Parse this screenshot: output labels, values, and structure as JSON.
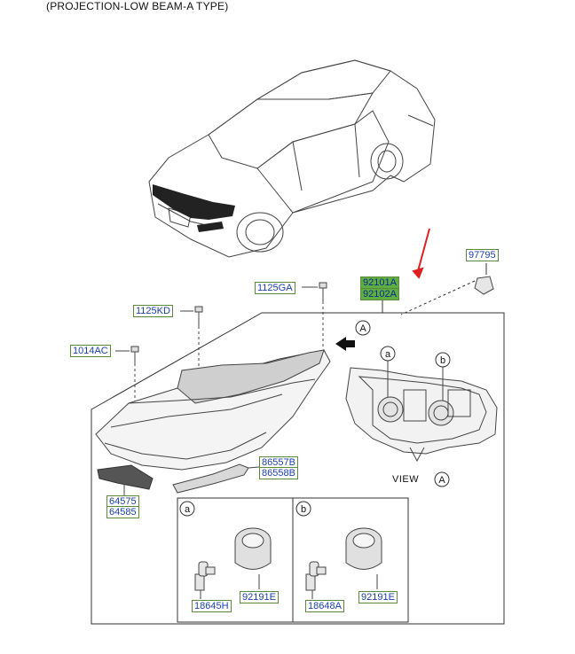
{
  "title": "(PROJECTION-LOW BEAM-A TYPE)",
  "parts": {
    "p97795": "97795",
    "p92101a": "92101A",
    "p92102a": "92102A",
    "p1125ga": "1125GA",
    "p1125kd": "1125KD",
    "p1014ac": "1014AC",
    "p86557b": "86557B",
    "p86558b": "86558B",
    "p64575": "64575",
    "p64585": "64585",
    "p18645h": "18645H",
    "p92191e_a": "92191E",
    "p18648a": "18648A",
    "p92191e_b": "92191E"
  },
  "callouts": {
    "a": "a",
    "b": "b",
    "A": "A"
  },
  "view_label": "VIEW",
  "colors": {
    "highlight": "#5fae44",
    "part_text": "#1b3fb0",
    "arrow": "#e02020",
    "line": "#333333"
  }
}
